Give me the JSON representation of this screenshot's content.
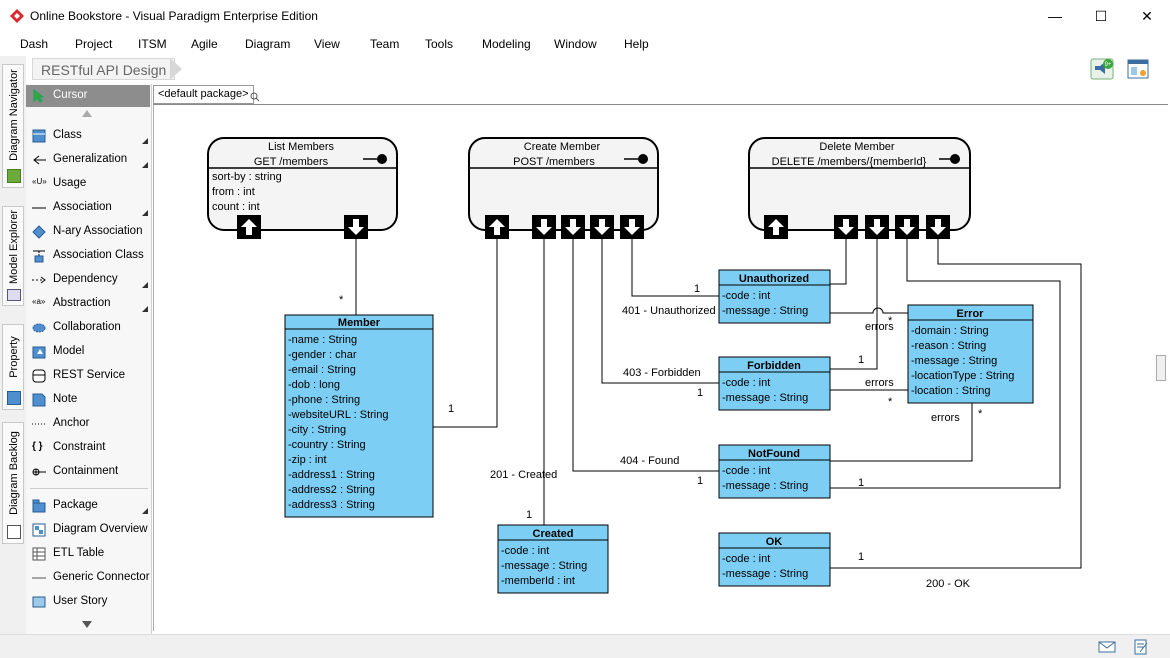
{
  "window": {
    "title": "Online Bookstore - Visual Paradigm Enterprise Edition",
    "minimize_glyph": "—",
    "maximize_glyph": "☐",
    "close_glyph": "✕"
  },
  "menu": [
    "Dash",
    "Project",
    "ITSM",
    "Agile",
    "Diagram",
    "View",
    "Team",
    "Tools",
    "Modeling",
    "Window",
    "Help"
  ],
  "breadcrumb": "RESTful API Design",
  "notification_badge": "9+",
  "side_tabs": [
    "Diagram Navigator",
    "Model Explorer",
    "Property",
    "Diagram Backlog"
  ],
  "palette": {
    "items": [
      {
        "label": "Cursor",
        "icon": "cursor-icon"
      },
      {
        "label": "Class",
        "icon": "class-icon"
      },
      {
        "label": "Generalization",
        "icon": "generalization-icon"
      },
      {
        "label": "Usage",
        "icon": "usage-icon"
      },
      {
        "label": "Association",
        "icon": "association-icon"
      },
      {
        "label": "N-ary Association",
        "icon": "nary-association-icon"
      },
      {
        "label": "Association Class",
        "icon": "association-class-icon"
      },
      {
        "label": "Dependency",
        "icon": "dependency-icon"
      },
      {
        "label": "Abstraction",
        "icon": "abstraction-icon"
      },
      {
        "label": "Collaboration",
        "icon": "collaboration-icon"
      },
      {
        "label": "Model",
        "icon": "model-icon"
      },
      {
        "label": "REST Service",
        "icon": "rest-service-icon"
      },
      {
        "label": "Note",
        "icon": "note-icon"
      },
      {
        "label": "Anchor",
        "icon": "anchor-icon"
      },
      {
        "label": "Constraint",
        "icon": "constraint-icon"
      },
      {
        "label": "Containment",
        "icon": "containment-icon"
      },
      {
        "label": "Package",
        "icon": "package-icon"
      },
      {
        "label": "Diagram Overview",
        "icon": "diagram-overview-icon"
      },
      {
        "label": "ETL Table",
        "icon": "etl-table-icon"
      },
      {
        "label": "Generic Connector",
        "icon": "generic-connector-icon"
      },
      {
        "label": "User Story",
        "icon": "user-story-icon"
      }
    ],
    "usage_icon_text": "«U»",
    "abstraction_icon_text": "«a»",
    "constraint_icon_text": "{ }"
  },
  "package_tab": "<default package>",
  "colors": {
    "class_fill": "#7dcef4",
    "class_border": "#000000",
    "resource_fill": "#f4f4f4",
    "selected_palette": "#8d8d8d"
  },
  "diagram": {
    "resources": [
      {
        "name": "List Members",
        "endpoint": "GET /members",
        "params": [
          "sort-by : string",
          "from : int",
          "count : int"
        ]
      },
      {
        "name": "Create Member",
        "endpoint": "POST /members",
        "params": []
      },
      {
        "name": "Delete Member",
        "endpoint": "DELETE /members/{memberId}",
        "params": []
      }
    ],
    "classes": [
      {
        "name": "Member",
        "attributes": [
          "-name : String",
          "-gender : char",
          "-email : String",
          "-dob : long",
          "-phone : String",
          "-websiteURL : String",
          "-city : String",
          "-country : String",
          "-zip : int",
          "-address1 : String",
          "-address2 : String",
          "-address3 : String"
        ]
      },
      {
        "name": "Created",
        "attributes": [
          "-code : int",
          "-message : String",
          "-memberId : int"
        ]
      },
      {
        "name": "Unauthorized",
        "attributes": [
          "-code : int",
          "-message : String"
        ]
      },
      {
        "name": "Forbidden",
        "attributes": [
          "-code : int",
          "-message : String"
        ]
      },
      {
        "name": "NotFound",
        "attributes": [
          "-code : int",
          "-message : String"
        ]
      },
      {
        "name": "OK",
        "attributes": [
          "-code : int",
          "-message : String"
        ]
      },
      {
        "name": "Error",
        "attributes": [
          "-domain : String",
          "-reason : String",
          "-message : String",
          "-locationType : String",
          "-location : String"
        ]
      }
    ],
    "labels": {
      "list_mult": "*",
      "member_mult": "1",
      "created_label": "201 - Created",
      "created_mult": "1",
      "unauth_mult": "1",
      "unauth_label": "401 - Unauthorized",
      "forbidden_label": "403 - Forbidden",
      "forbidden_mult": "1",
      "forbidden_mult2": "1",
      "notfound_label": "404 - Found",
      "notfound_mult": "1",
      "notfound_mult2": "1",
      "ok_mult": "1",
      "ok_label": "200 - OK",
      "errors_1": "errors",
      "errors_2": "errors",
      "errors_3": "errors",
      "star_1": "*",
      "star_2": "*",
      "star_3": "*"
    }
  }
}
